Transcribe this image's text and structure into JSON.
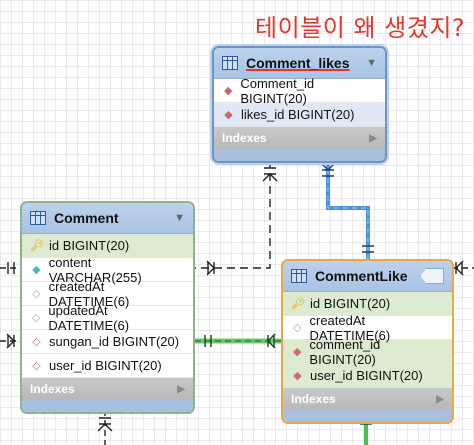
{
  "annotation": "테이블이 왜 생겼지?",
  "colors": {
    "accent_annotation": "#e8352b",
    "selected_border": "#f0a44a",
    "relationship_highlight": "#3a86d8",
    "fk_highlight": "#4cc04c"
  },
  "tables": {
    "comment_likes": {
      "name": "Comment_likes",
      "columns": [
        {
          "text": "Comment_id BIGINT(20)",
          "icon": "fk-diamond-icon"
        },
        {
          "text": "likes_id BIGINT(20)",
          "icon": "fk-diamond-icon"
        }
      ],
      "indexes_label": "Indexes"
    },
    "comment": {
      "name": "Comment",
      "columns": [
        {
          "text": "id BIGINT(20)",
          "icon": "primary-key-icon"
        },
        {
          "text": "content VARCHAR(255)",
          "icon": "nullable-diamond-icon"
        },
        {
          "text": "createdAt DATETIME(6)",
          "icon": "column-diamond-icon"
        },
        {
          "text": "updatedAt DATETIME(6)",
          "icon": "column-diamond-icon"
        },
        {
          "text": "sungan_id BIGINT(20)",
          "icon": "fk-diamond-icon"
        },
        {
          "text": "user_id BIGINT(20)",
          "icon": "fk-diamond-icon"
        }
      ],
      "indexes_label": "Indexes"
    },
    "comment_like": {
      "name": "CommentLike",
      "columns": [
        {
          "text": "id BIGINT(20)",
          "icon": "primary-key-icon"
        },
        {
          "text": "createdAt DATETIME(6)",
          "icon": "column-diamond-icon"
        },
        {
          "text": "comment_id BIGINT(20)",
          "icon": "fk-diamond-icon"
        },
        {
          "text": "user_id BIGINT(20)",
          "icon": "fk-diamond-icon"
        }
      ],
      "indexes_label": "Indexes"
    }
  }
}
